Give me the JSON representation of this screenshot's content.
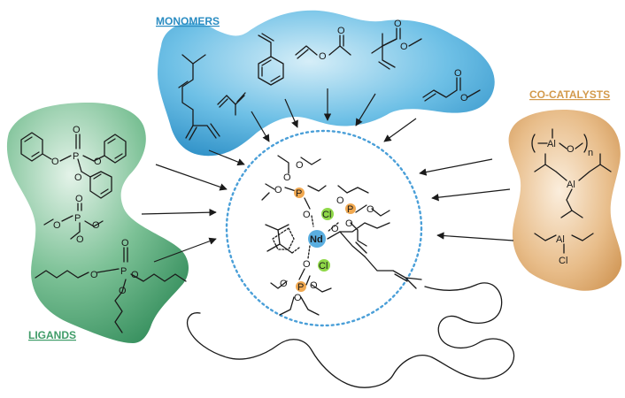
{
  "labels": {
    "monomers": "MONOMERS",
    "co_catalysts": "CO-CATALYSTS",
    "ligands": "LIGANDS"
  },
  "atoms": {
    "oxygen": "O",
    "phosphorus": "P",
    "aluminium": "Al",
    "chlorine": "Cl",
    "neodymium": "Nd",
    "repeat_index": "n"
  },
  "colors": {
    "monomers_blob": "#4aa8d6",
    "monomers_label": "#2a8cc2",
    "ligands_blob": "#3f9c68",
    "ligands_label": "#3f9c68",
    "co_catalysts_blob": "#d9a060",
    "co_catalysts_label": "#d39a4c",
    "phosphorus_dot": "#f0a850",
    "chlorine_dot": "#8fd848",
    "neodymium_dot": "#5aaee0",
    "dotted_circle": "#4a9fd8"
  }
}
